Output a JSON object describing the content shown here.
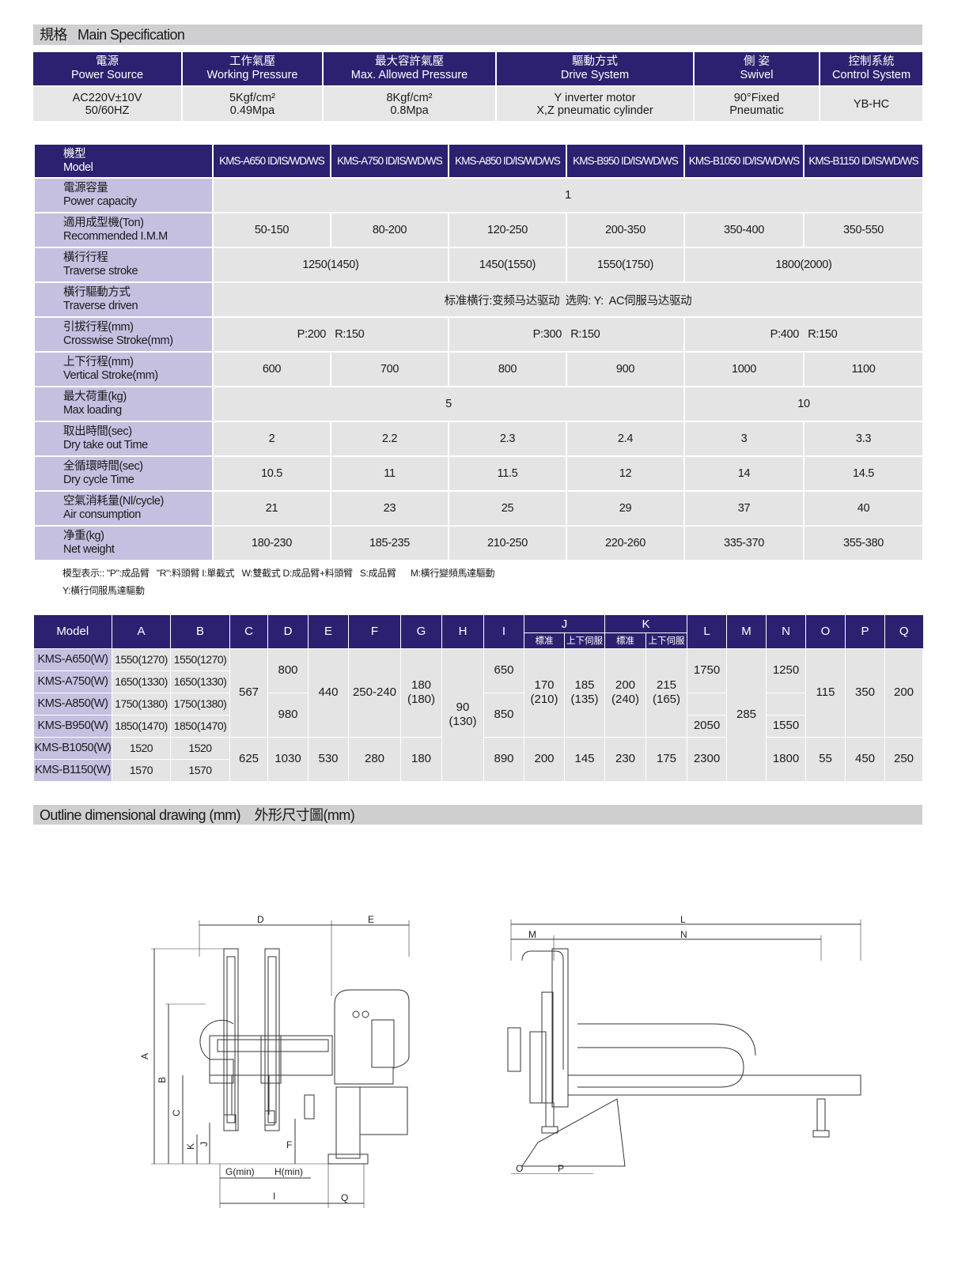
{
  "spec_title": "規格",
  "spec_title_en": "Main Specification",
  "table1": {
    "headers": [
      {
        "zh": "電源",
        "en": "Power Source"
      },
      {
        "zh": "工作氣壓",
        "en": "Working Pressure"
      },
      {
        "zh": "最大容許氣壓",
        "en": "Max. Allowed Pressure"
      },
      {
        "zh": "驅動方式",
        "en": "Drive System"
      },
      {
        "zh": "側 姿",
        "en": "Swivel"
      },
      {
        "zh": "控制系統",
        "en": "Control System"
      }
    ],
    "values": [
      {
        "l1": "AC220V±10V",
        "l2": "50/60HZ"
      },
      {
        "l1": "5Kgf/cm²",
        "l2": "0.49Mpa"
      },
      {
        "l1": "8Kgf/cm²",
        "l2": "0.8Mpa"
      },
      {
        "l1": "Y inverter motor",
        "l2": "X,Z pneumatic cylinder"
      },
      {
        "l1": "90°Fixed",
        "l2": "Pneumatic"
      },
      {
        "l1": "YB-HC",
        "l2": ""
      }
    ]
  },
  "table2": {
    "model_zh": "機型",
    "model_en": "Model",
    "models": [
      "KMS-A650 ID/IS/WD/WS",
      "KMS-A750 ID/IS/WD/WS",
      "KMS-A850 ID/IS/WD/WS",
      "KMS-B950 ID/IS/WD/WS",
      "KMS-B1050 ID/IS/WD/WS",
      "KMS-B1150 ID/IS/WD/WS"
    ],
    "rows": [
      {
        "zh": "電源容量",
        "en": "Power capacity",
        "v": [
          "1"
        ]
      },
      {
        "zh": "適用成型機(Ton)",
        "en": "Recommended I.M.M",
        "v": [
          "50-150",
          "80-200",
          "120-250",
          "200-350",
          "350-400",
          "350-550"
        ]
      },
      {
        "zh": "橫行行程",
        "en": "Traverse stroke",
        "v": [
          "1250(1450)",
          "1450(1550)",
          "1550(1750)",
          "1800(2000)"
        ]
      },
      {
        "zh": "橫行驅動方式",
        "en": "Traverse driven",
        "v": [
          "标准横行:变频马达驱动  选购: Y:  AC伺服马达驱动"
        ]
      },
      {
        "zh": "引拔行程(mm)",
        "en": "Crosswise Stroke(mm)",
        "v": [
          "P:200   R:150",
          "P:300   R:150",
          "P:400   R:150"
        ]
      },
      {
        "zh": "上下行程(mm)",
        "en": "Vertical Stroke(mm)",
        "v": [
          "600",
          "700",
          "800",
          "900",
          "1000",
          "1100"
        ]
      },
      {
        "zh": "最大荷重(kg)",
        "en": "Max loading",
        "v": [
          "5",
          "10"
        ]
      },
      {
        "zh": "取出時間(sec)",
        "en": "Dry take out Time",
        "v": [
          "2",
          "2.2",
          "2.3",
          "2.4",
          "3",
          "3.3"
        ]
      },
      {
        "zh": "全循環時間(sec)",
        "en": "Dry cycle Time",
        "v": [
          "10.5",
          "11",
          "11.5",
          "12",
          "14",
          "14.5"
        ]
      },
      {
        "zh": "空氣消耗量(Nl/cycle)",
        "en": "Air consumption",
        "v": [
          "21",
          "23",
          "25",
          "29",
          "37",
          "40"
        ]
      },
      {
        "zh": "净重(kg)",
        "en": "Net weight",
        "v": [
          "180-230",
          "185-235",
          "210-250",
          "220-260",
          "335-370",
          "355-380"
        ]
      }
    ]
  },
  "notes": {
    "line1": "模型表示:: \"P\":成品臂   \"R\":料頭臂 I:單截式   W:雙截式 D:成品臂+料頭臂   S:成品臂      M:橫行變頻馬達驅動",
    "line2": "Y:橫行伺服馬達驅動"
  },
  "table3": {
    "headers": [
      "Model",
      "A",
      "B",
      "C",
      "D",
      "E",
      "F",
      "G",
      "H",
      "I",
      "J",
      "K",
      "L",
      "M",
      "N",
      "O",
      "P",
      "Q"
    ],
    "jk_sub": [
      "標准",
      "上下伺服",
      "標准",
      "上下伺服"
    ],
    "models": [
      "KMS-A650(W)",
      "KMS-A750(W)",
      "KMS-A850(W)",
      "KMS-B950(W)",
      "KMS-B1050(W)",
      "KMS-B1150(W)"
    ],
    "A": [
      "1550(1270)",
      "1650(1330)",
      "1750(1380)",
      "1850(1470)",
      "1520",
      "1570"
    ],
    "B": [
      "1550(1270)",
      "1650(1330)",
      "1750(1380)",
      "1850(1470)",
      "1520",
      "1570"
    ],
    "C": [
      "567",
      "625"
    ],
    "D": [
      "800",
      "980",
      "1030"
    ],
    "E": [
      "440",
      "530"
    ],
    "F": [
      "250-240",
      "280"
    ],
    "G": [
      "180\n(180)",
      "180"
    ],
    "H": [
      "90\n(130)"
    ],
    "I": [
      "650",
      "850",
      "890"
    ],
    "J1": [
      "170\n(210)",
      "200"
    ],
    "J2": [
      "185\n(135)",
      "145"
    ],
    "K1": [
      "200\n(240)",
      "230"
    ],
    "K2": [
      "215\n(165)",
      "175"
    ],
    "L": [
      "1750",
      "2050",
      "2300"
    ],
    "M": [
      "285"
    ],
    "N": [
      "1250",
      "1550",
      "1800"
    ],
    "O": [
      "115",
      "55"
    ],
    "P": [
      "350",
      "450"
    ],
    "Q": [
      "200",
      "250"
    ]
  },
  "outline_title": "Outline dimensional drawing (mm)    外形尺寸圖(mm)",
  "drawing_labels": {
    "D": "D",
    "E": "E",
    "A": "A",
    "B": "B",
    "C": "C",
    "K": "K",
    "J": "J",
    "F": "F",
    "G": "G(min)",
    "H": "H(min)",
    "I": "I",
    "Q": "Q",
    "L": "L",
    "M": "M",
    "N": "N",
    "O": "O",
    "P": "P"
  }
}
